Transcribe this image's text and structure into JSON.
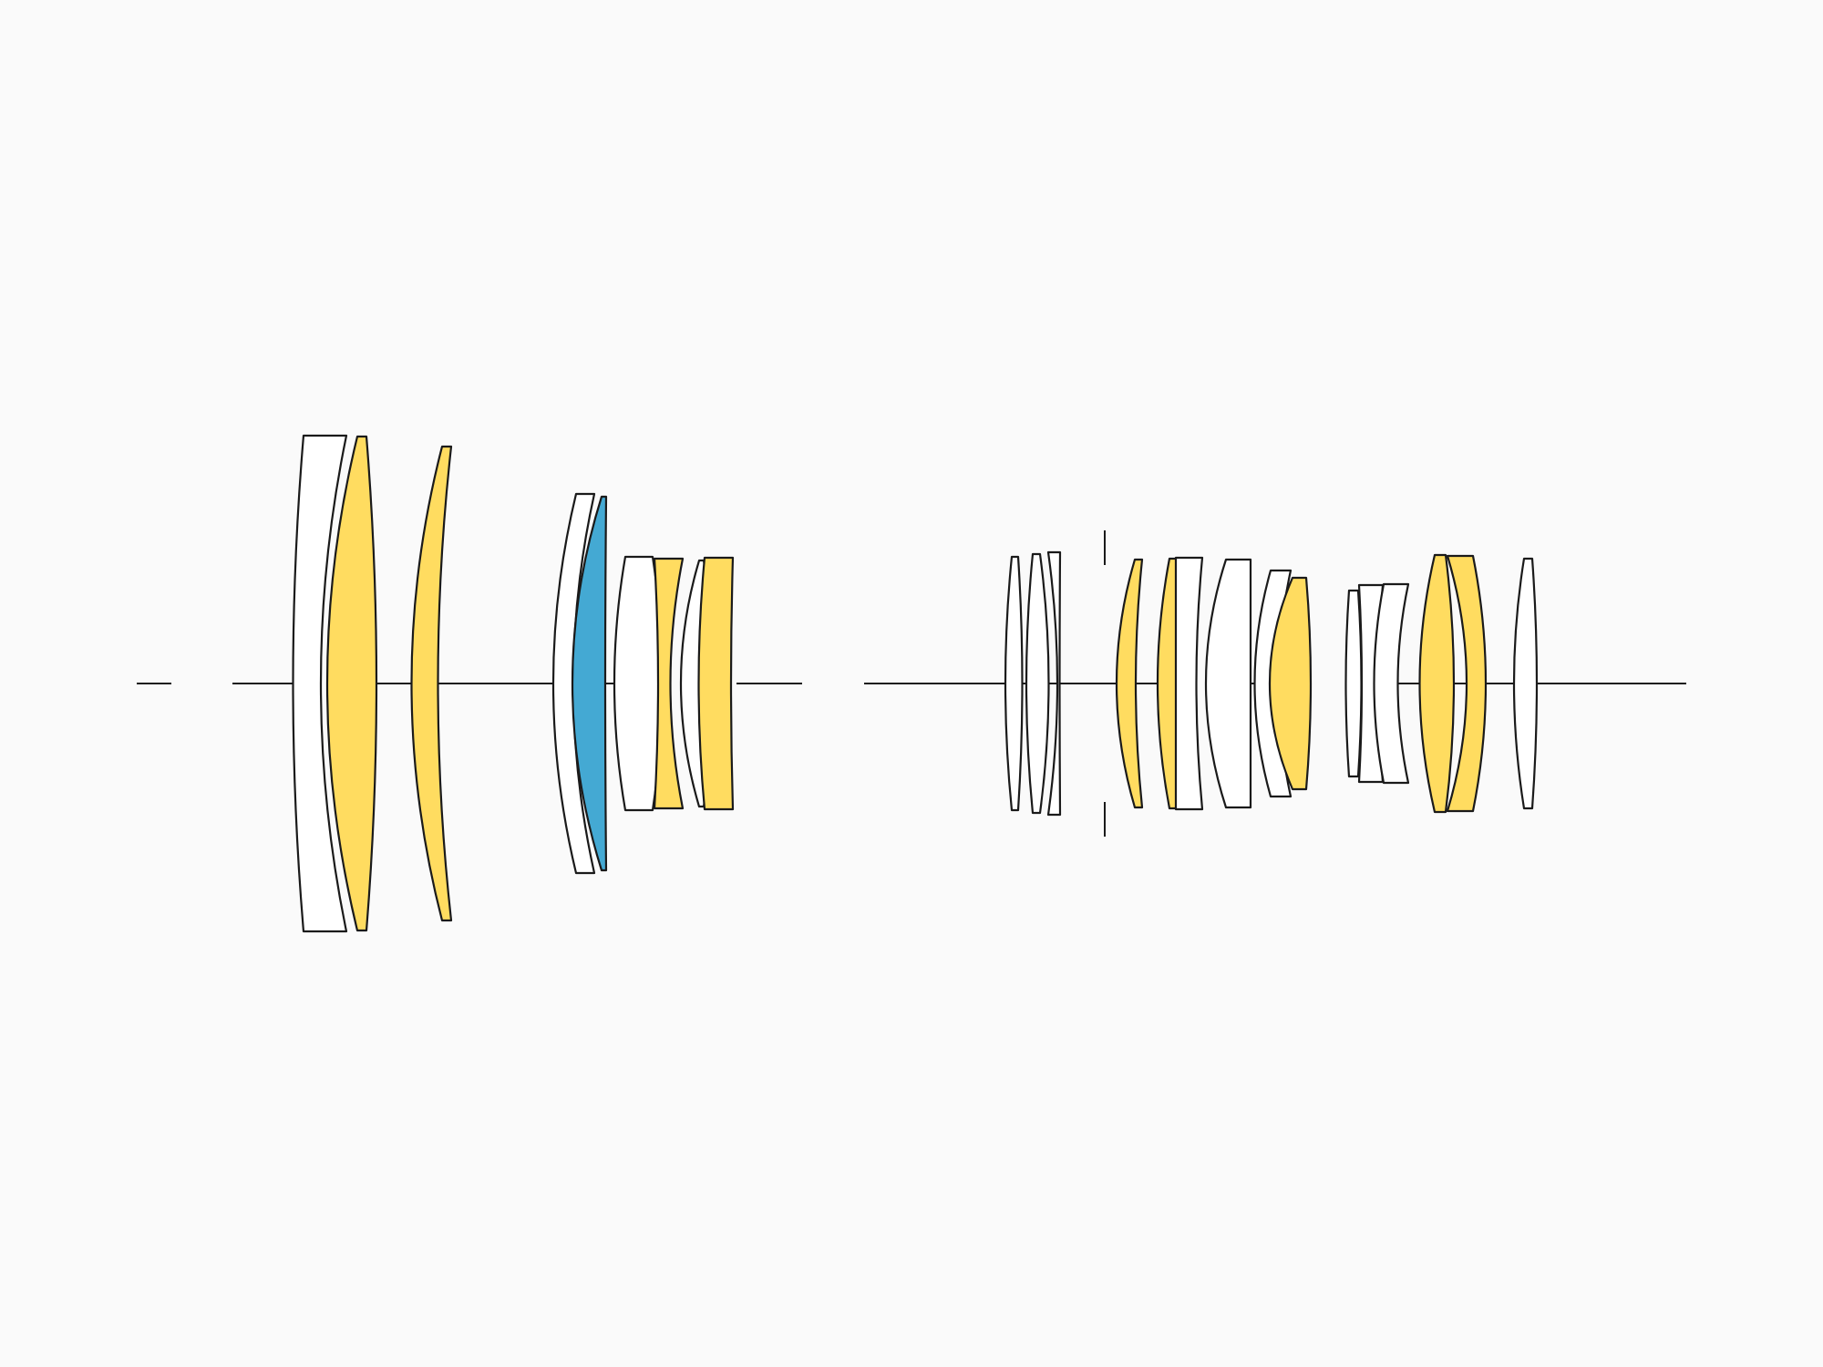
{
  "colors": {
    "background": "#fafafa",
    "stroke": "#1a1a1a",
    "clear_glass": "#ffffff",
    "special_glass": "#ffdc60",
    "super_special_glass": "#44a9d3"
  },
  "glass_types": [
    "clear_glass",
    "special_glass",
    "super_special_glass"
  ],
  "element_glass": [
    "clear_glass",
    "special_glass",
    "special_glass",
    "clear_glass",
    "super_special_glass",
    "clear_glass",
    "special_glass",
    "clear_glass",
    "special_glass",
    "clear_glass",
    "clear_glass",
    "clear_glass",
    "special_glass",
    "special_glass",
    "clear_glass",
    "clear_glass",
    "clear_glass",
    "special_glass",
    "clear_glass",
    "clear_glass",
    "clear_glass",
    "special_glass",
    "special_glass",
    "clear_glass"
  ],
  "has_aperture_stop": true,
  "has_optical_axis": true
}
